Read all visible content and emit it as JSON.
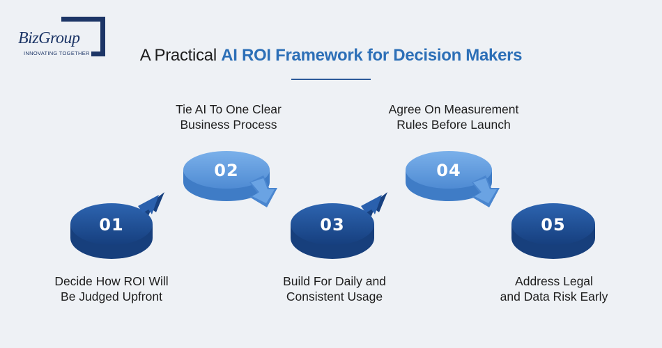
{
  "logo": {
    "name": "BizGroup",
    "tagline": "INNOVATING TOGETHER"
  },
  "title": {
    "prefix": "A Practical ",
    "highlight": "AI ROI Framework for Decision Makers"
  },
  "colors": {
    "dark": "#1f4f93",
    "light": "#5e98dc",
    "accent": "#2c6fb7"
  },
  "steps": [
    {
      "number": "01",
      "caption": [
        "Decide How ROI Will",
        "Be Judged Upfront"
      ]
    },
    {
      "number": "02",
      "caption": [
        "Tie AI To One Clear",
        "Business Process"
      ]
    },
    {
      "number": "03",
      "caption": [
        "Build For Daily and",
        "Consistent Usage"
      ]
    },
    {
      "number": "04",
      "caption": [
        "Agree On Measurement",
        "Rules Before Launch"
      ]
    },
    {
      "number": "05",
      "caption": [
        "Address Legal",
        "and Data Risk Early"
      ]
    }
  ]
}
